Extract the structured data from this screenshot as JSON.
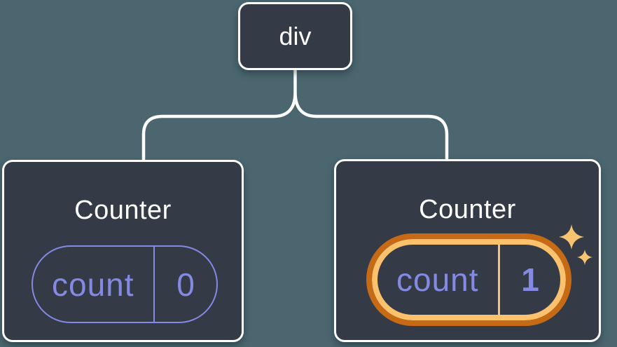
{
  "figure": {
    "type": "react-render-tree-diagram",
    "colors": {
      "background": "#4b666f",
      "node_fill": "#343b46",
      "node_border": "#ffffff",
      "connector": "#ffffff",
      "state_purple": "#848ae4",
      "highlight_ring_outer": "#c76a15",
      "highlight_ring_inner": "#fbc16d",
      "sparkle": "#f9c46f"
    },
    "root_node": {
      "label": "div"
    },
    "children": [
      {
        "title": "Counter",
        "state": {
          "key": "count",
          "value": "0"
        },
        "highlighted": false
      },
      {
        "title": "Counter",
        "state": {
          "key": "count",
          "value": "1"
        },
        "highlighted": true,
        "badge": "sparkles"
      }
    ]
  }
}
